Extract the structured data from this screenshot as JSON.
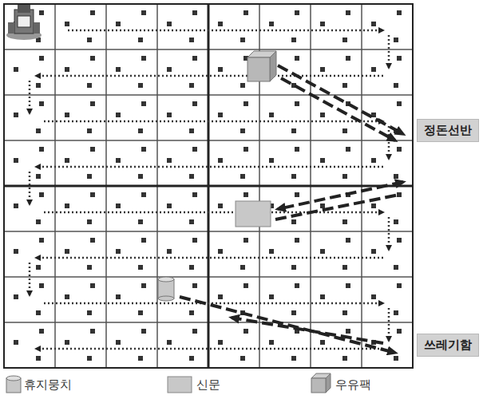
{
  "diagram": {
    "nodes": [
      {
        "text": [
          "정돈선반"
        ]
      },
      {
        "text": [
          "쓰레기함"
        ]
      }
    ],
    "legend": [
      {
        "text": "휴지뭉치"
      },
      {
        "text": "신문"
      },
      {
        "text": "우유팩"
      }
    ]
  }
}
